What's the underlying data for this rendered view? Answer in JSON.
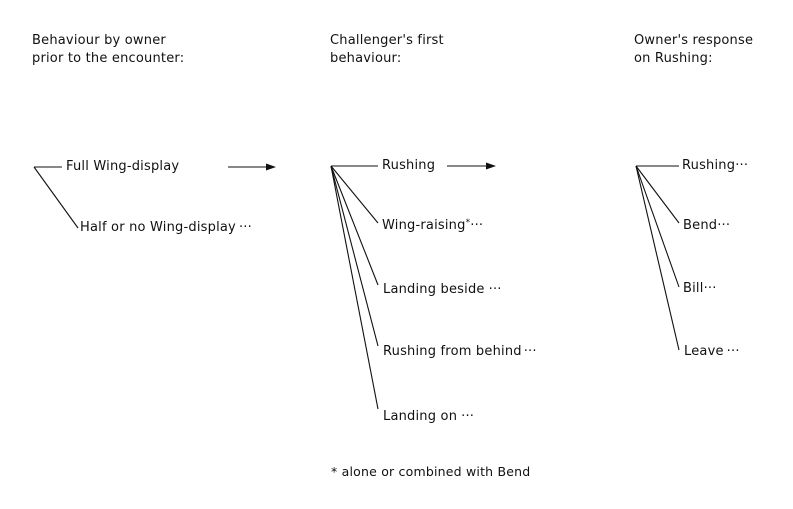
{
  "columns": [
    {
      "heading": [
        "Behaviour by owner",
        "prior to the encounter:"
      ],
      "branches": [
        {
          "label": "Full Wing-display",
          "suffix": "",
          "trail": "arrow"
        },
        {
          "label": "Half or no Wing-display",
          "suffix": "",
          "trail": "dots"
        }
      ]
    },
    {
      "heading": [
        "Challenger's first",
        "behaviour:"
      ],
      "branches": [
        {
          "label": "Rushing",
          "suffix": "",
          "trail": "arrow"
        },
        {
          "label": "Wing-raising",
          "suffix": "*",
          "trail": "dots"
        },
        {
          "label": "Landing beside",
          "suffix": "",
          "trail": "dots"
        },
        {
          "label": "Rushing from behind",
          "suffix": "",
          "trail": "dots"
        },
        {
          "label": "Landing on",
          "suffix": "",
          "trail": "dots"
        }
      ]
    },
    {
      "heading": [
        "Owner's response",
        "on Rushing:"
      ],
      "branches": [
        {
          "label": "Rushing",
          "suffix": "",
          "trail": "dots"
        },
        {
          "label": "Bend",
          "suffix": "",
          "trail": "dots"
        },
        {
          "label": "Bill",
          "suffix": "",
          "trail": "dots"
        },
        {
          "label": "Leave",
          "suffix": "",
          "trail": "dots"
        }
      ]
    }
  ],
  "footnote": "* alone or combined with Bend",
  "trail_text": "···"
}
